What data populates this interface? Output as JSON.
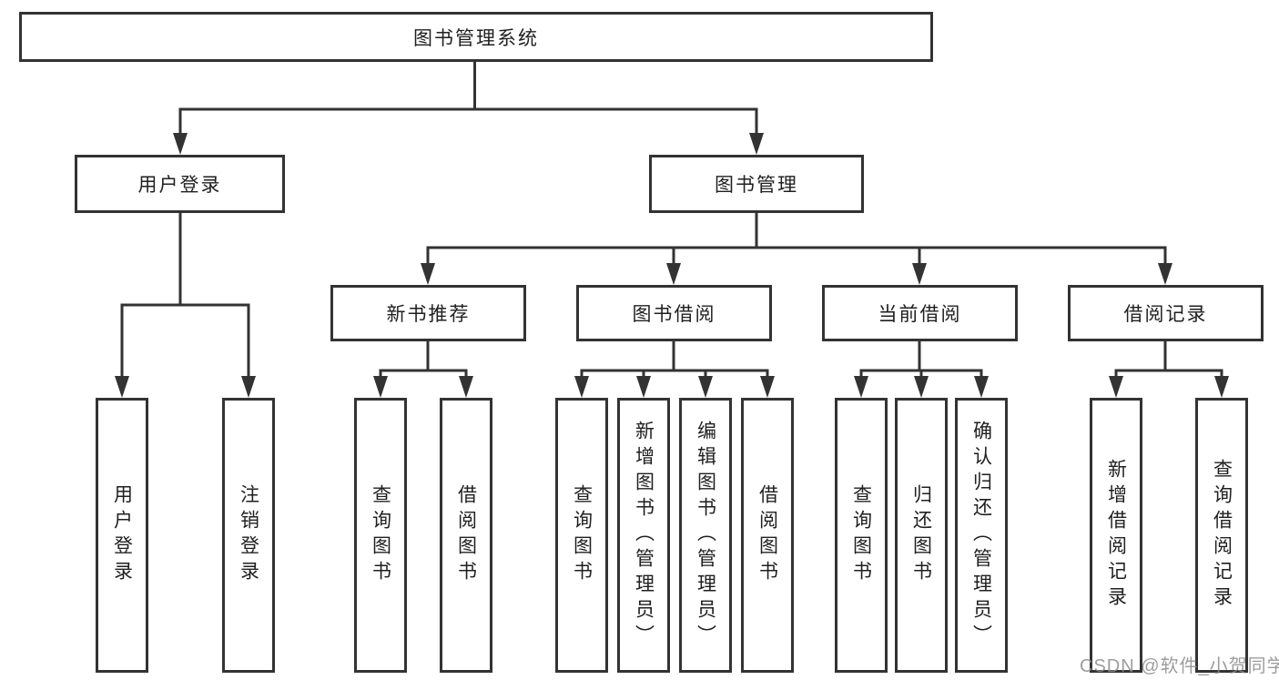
{
  "diagram": {
    "title": "图书管理系统",
    "root": {
      "label": "图书管理系统"
    },
    "branches": [
      {
        "label": "用户登录",
        "children": [
          {
            "label": "用户登录"
          },
          {
            "label": "注销登录"
          }
        ]
      },
      {
        "label": "图书管理",
        "children": [
          {
            "label": "新书推荐",
            "children": [
              {
                "label": "查询图书"
              },
              {
                "label": "借阅图书"
              }
            ]
          },
          {
            "label": "图书借阅",
            "children": [
              {
                "label": "查询图书"
              },
              {
                "label": "新增图书（管理员）"
              },
              {
                "label": "编辑图书（管理员）"
              },
              {
                "label": "借阅图书"
              }
            ]
          },
          {
            "label": "当前借阅",
            "children": [
              {
                "label": "查询图书"
              },
              {
                "label": "归还图书"
              },
              {
                "label": "确认归还（管理员）"
              }
            ]
          },
          {
            "label": "借阅记录",
            "children": [
              {
                "label": "新增借阅记录"
              },
              {
                "label": "查询借阅记录"
              }
            ]
          }
        ]
      }
    ]
  },
  "watermark": {
    "text": "CSDN @软件_小贺同学"
  },
  "colors": {
    "line": "#333333",
    "box_border": "#333333",
    "box_background": "#ffffff",
    "text": "#1f1f1f",
    "watermark": "#8c8c8c"
  }
}
